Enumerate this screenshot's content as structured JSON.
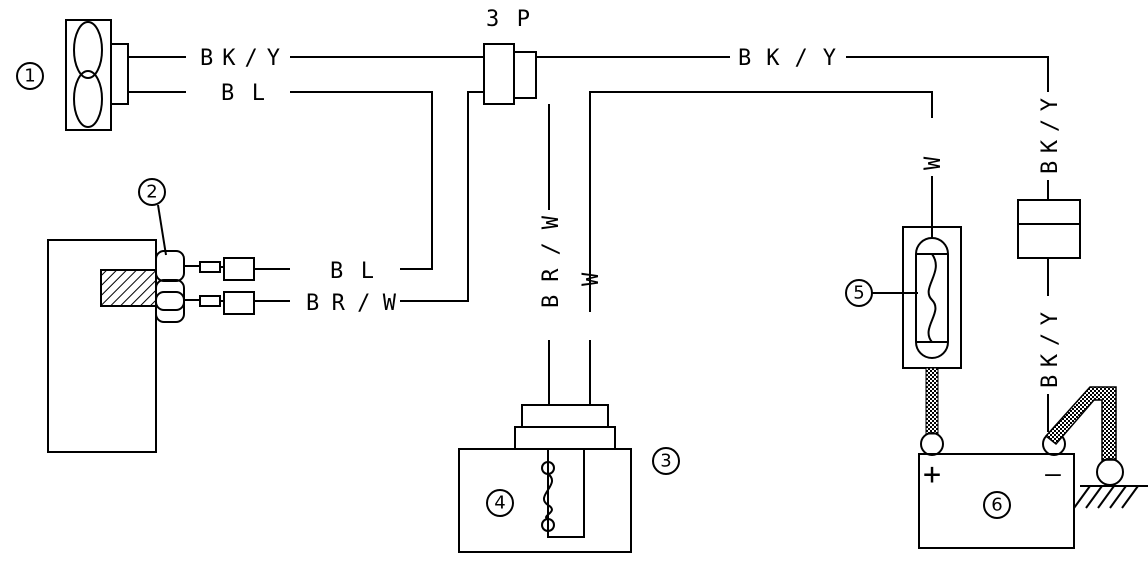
{
  "wire_labels": {
    "bky_fan": "BK/Y",
    "bl_fan": "BL",
    "connector_3p": "3P",
    "bky_top": "BK/Y",
    "w_fuse": "W",
    "bky_vert_upper": "BK/Y",
    "bl_switch": "BL",
    "brw_switch": "BR/W",
    "brw_vert": "BR/W",
    "w_vert": "W",
    "bky_vert_lower": "BK/Y"
  },
  "callouts": {
    "fan": "1",
    "switch": "2",
    "relay": "3",
    "relay_element": "4",
    "fuse": "5",
    "battery": "6"
  },
  "battery": {
    "plus": "+",
    "minus": "—"
  }
}
